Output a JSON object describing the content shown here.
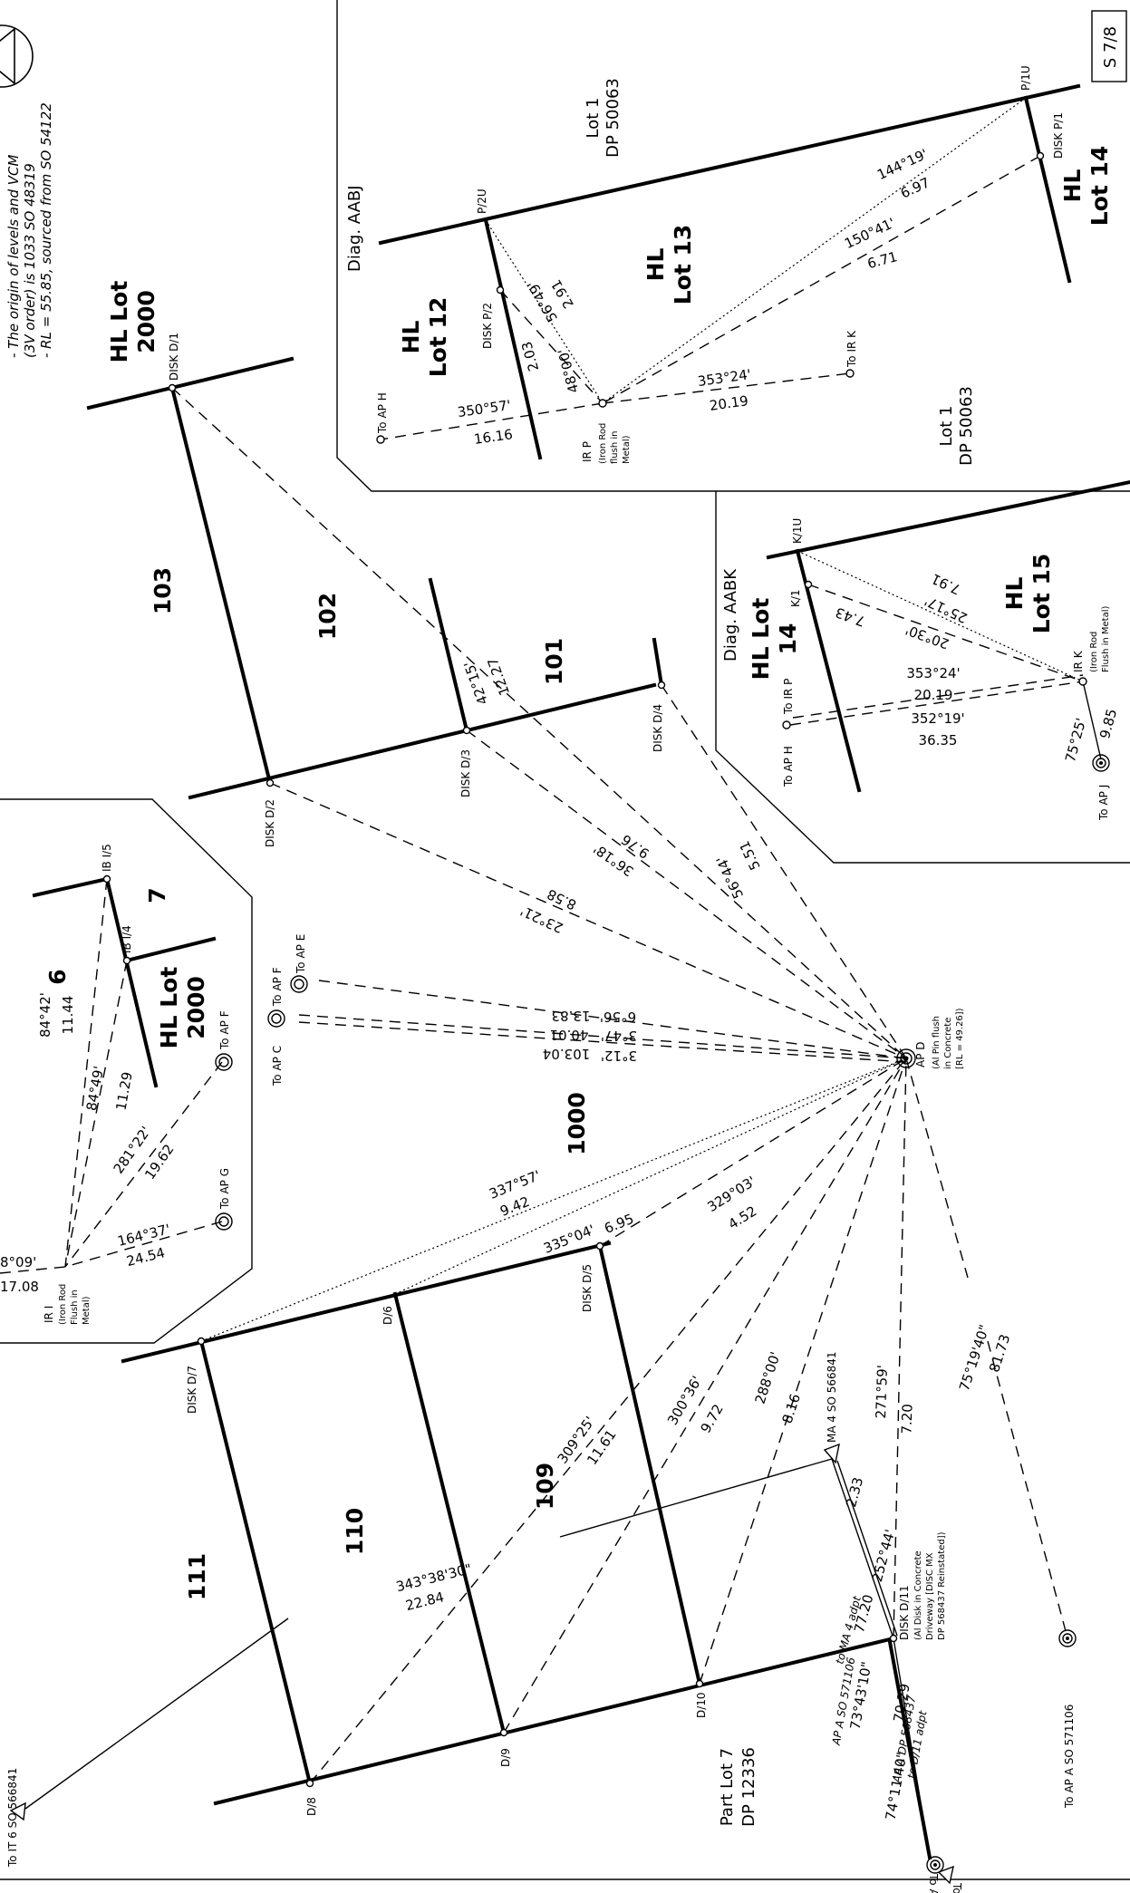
{
  "sheet": "S 7/8",
  "notes": [
    "- The origin of levels and VCM",
    "(3V order) is 1033 SO 48319",
    "- RL = 55.85, sourced from SO 54122"
  ],
  "diag_aabj": {
    "title": "Diag. AABJ",
    "lot1": "Lot 1",
    "dp": "DP 50063",
    "hl_lot12": [
      "HL",
      "Lot 12"
    ],
    "hl_lot13": [
      "HL",
      "Lot 13"
    ],
    "hl_lot14": [
      "HL",
      "Lot 14"
    ],
    "p2u": "P/2U",
    "p1u": "P/1U",
    "disk_p2": "DISK P/2",
    "disk_p1": "DISK P/1",
    "ir_p": "IR P",
    "ir_p_desc": [
      "(Iron Rod",
      "flush in",
      "Metal)"
    ],
    "to_ap_h": "To AP H",
    "to_ir_k": "To IR K",
    "b_35057": "350°57'",
    "d_1616": "16.16",
    "b_35324": "353°24'",
    "d_2019": "20.19",
    "b_14419": "144°19'",
    "d_697": "6.97",
    "b_15041": "150°41'",
    "d_671": "6.71",
    "b_5649": "56°49'",
    "d_291": "2.91",
    "b_4800": "48°00'",
    "d_203": "2.03"
  },
  "diag_aabk": {
    "title": "Diag. AABK",
    "lot1": "Lot 1",
    "dp": "DP 50063",
    "hl_lot14": [
      "HL Lot",
      "14"
    ],
    "hl_lot15": [
      "HL",
      "Lot 15"
    ],
    "k1u": "K/1U",
    "k1": "K/1",
    "ir_k": "IR K",
    "ir_k_desc": [
      "(Iron Rod",
      "Flush in Metal)"
    ],
    "to_ap_h": "To AP H",
    "to_ir_p": "To IR P",
    "to_ap_j": "To AP J",
    "b_25017": "25°17'",
    "d_791": "7.91",
    "b_2030": "20°30'",
    "d_743": "7.43",
    "b_35324": "353°24'",
    "d_2019": "20.19",
    "b_35219": "352°19'",
    "d_3635": "36.35",
    "b_7525": "75°25'",
    "d_985": "9.85"
  },
  "diag_left": {
    "lot6": "6",
    "lot7": "7",
    "hl_lot2000": [
      "HL Lot",
      "2000"
    ],
    "ib_i5": "IB I/5",
    "ib_i4": "IB I/4",
    "ir_i": "IR I",
    "ir_i_desc": [
      "(Iron Rod",
      "Flush in",
      "Metal)"
    ],
    "to_ap_f": "To AP F",
    "to_ap_g": "To AP G",
    "b_8442": "84°42'",
    "d_1144": "11.44",
    "b_8449": "84°49'",
    "d_1129": "11.29",
    "b_28122": "281°22'",
    "d_1962": "19.62",
    "b_16437": "164°37'",
    "d_2454": "24.54",
    "b_frag": "8°09'",
    "d_frag": "17.08"
  },
  "main": {
    "hl_lot2000": [
      "HL Lot",
      "2000"
    ],
    "lot103": "103",
    "lot102": "102",
    "lot101": "101",
    "lot1000": "1000",
    "lot111": "111",
    "lot110": "110",
    "lot109": "109",
    "part_lot": [
      "Part Lot 7",
      "DP 12336"
    ],
    "disk_d1": "DISK D/1",
    "disk_d2": "DISK D/2",
    "disk_d3": "DISK D/3",
    "disk_d4": "DISK D/4",
    "disk_d5": "DISK D/5",
    "disk_d7": "DISK D/7",
    "d6": "D/6",
    "d8": "D/8",
    "d9": "D/9",
    "d10": "D/10",
    "disk_d11": "DISK D/11",
    "disk_d11_desc": [
      "(Al Disk in Concrete",
      "Driveway [DISC MX",
      "DP 568437 Reinstated])"
    ],
    "ap_d": "AP D",
    "ap_d_desc": [
      "(Al Pin flush",
      "in Concrete",
      "[RL = 49.26])"
    ],
    "to_ap_c": "To AP C",
    "to_ap_e": "To AP E",
    "to_ap_f": "To AP F",
    "ma4": "MA 4 SO 566841",
    "to_it6": "To IT 6 SO 566841",
    "to_apa_571106": "To AP A SO 571106",
    "to_apa_571106_b": "To AP A SO 571106",
    "to_apa_568437": "To AP A DP 568437",
    "b_4215": "42°15'",
    "d_1227": "12.27",
    "b_3618": "36°18'",
    "d_976": "9.76",
    "b_2321": "23°21'",
    "d_858": "8.58",
    "b_5644": "56°44'",
    "d_551": "5.51",
    "b_656": "6°56'",
    "d_1383": "13.83",
    "b_347": "3°47'",
    "d_4001": "40.01",
    "b_312": "3°12'",
    "d_10304": "103.04",
    "b_33757": "337°57'",
    "d_942": "9.42",
    "b_33504": "335°04'",
    "d_695": "6.95",
    "b_32903": "329°03'",
    "d_452": "4.52",
    "b_30925": "309°25'",
    "d_1161": "11.61",
    "b_30036": "300°36'",
    "d_972": "9.72",
    "b_28800": "288°00'",
    "d_816": "8.16",
    "b_27159": "271°59'",
    "d_720": "7.20",
    "b_751940": "75°19'40\"",
    "d_8173": "81.73",
    "b_252": "252°44'",
    "d_233": "2.33",
    "b_343": "343°38'30\"",
    "d_2284": "22.84",
    "ma4_adpt": "to MA 4 adpt",
    "d_7720": "77.20",
    "apa_571106_s": "AP A SO 571106",
    "b_734310": "73°43'10\"",
    "apa_dp_568437_s": "AP A DP 568437",
    "d11_adpt": "to D/11 adpt",
    "d_7029": "70.29",
    "b_741140": "74°11'40\""
  }
}
